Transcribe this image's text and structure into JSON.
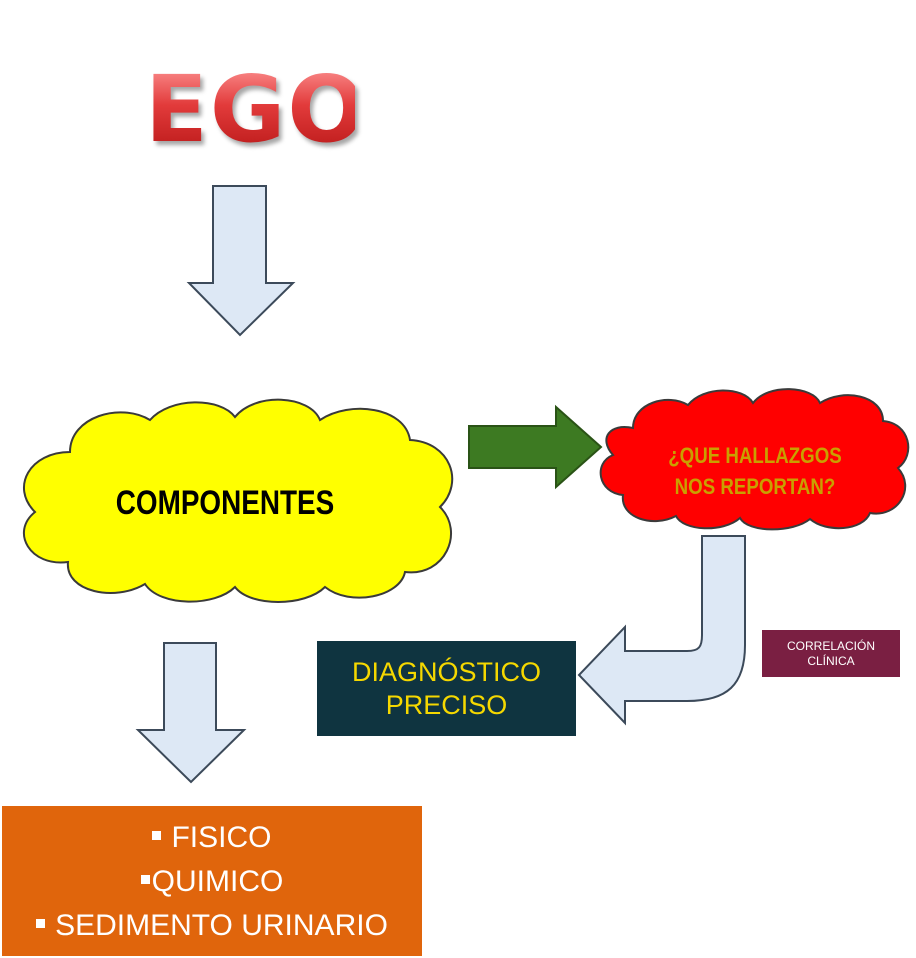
{
  "title": "EGO",
  "cloud_components": {
    "label": "COMPONENTES",
    "color": "#ffff00"
  },
  "cloud_findings": {
    "label": "¿QUE HALLAZGOS\nNOS REPORTAN?",
    "color": "#ff0000"
  },
  "diagnosis": {
    "label": "DIAGNÓSTICO\nPRECISO"
  },
  "correlation": {
    "label": "CORRELACIÓN\nCLÍNICA"
  },
  "components_list": {
    "items": [
      "FISICO",
      "QUIMICO",
      "SEDIMENTO URINARIO"
    ]
  },
  "colors": {
    "arrow_fill": "#dde8f5",
    "arrow_stroke": "#3c4a5a",
    "arrow_green": "#3d7a22",
    "diagnosis_bg": "#0f3440",
    "diagnosis_text": "#f5d800",
    "correlation_bg": "#7a1f42",
    "components_bg": "#e0650c"
  },
  "icons": {
    "arrow_down_top": "arrow-down",
    "arrow_right": "arrow-right",
    "arrow_curved": "curved-arrow-left",
    "arrow_down_bottom": "arrow-down"
  }
}
